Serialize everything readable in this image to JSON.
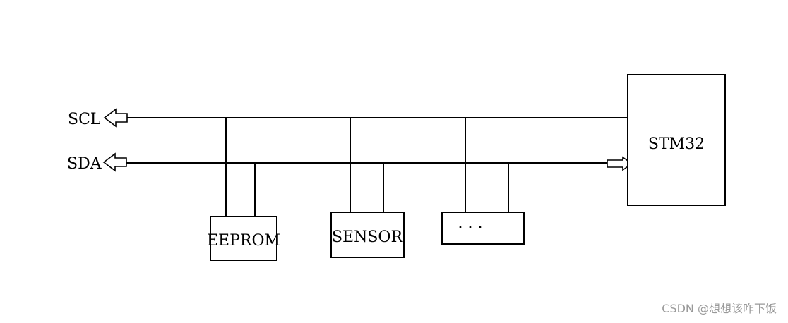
{
  "labels": {
    "scl": "SCL",
    "sda": "SDA"
  },
  "nodes": {
    "mcu": "STM32",
    "eeprom": "EEPROM",
    "sensor": "SENSOR",
    "more": "· · ·"
  },
  "watermark": "CSDN @想想该咋下饭"
}
